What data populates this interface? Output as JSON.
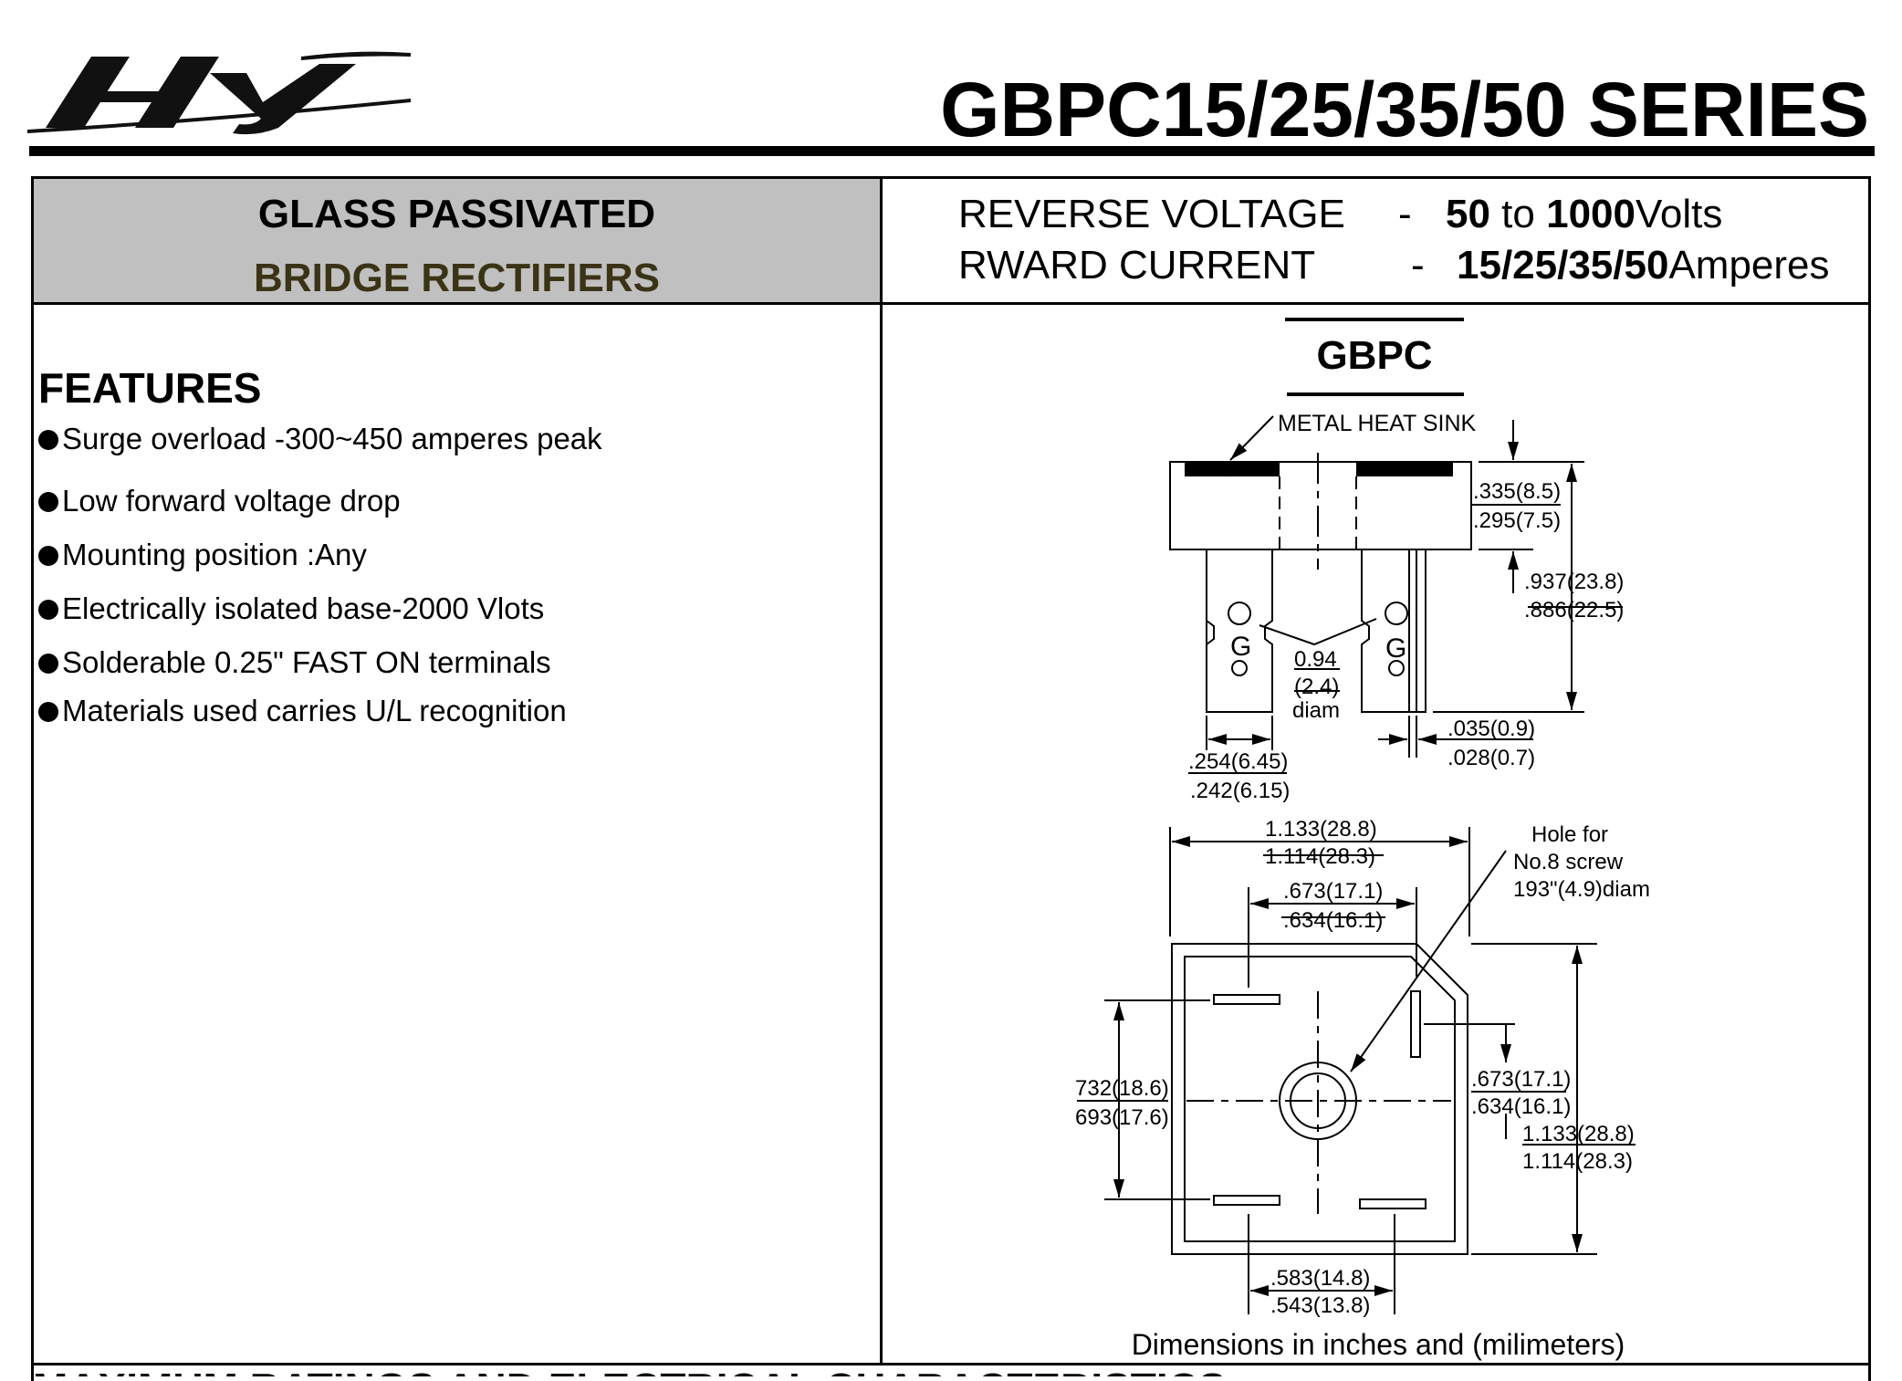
{
  "header": {
    "logo_text": "HY",
    "series_title": "GBPC15/25/35/50 SERIES"
  },
  "device_type": {
    "line1": "GLASS PASSIVATED",
    "line2": "BRIDGE RECTIFIERS"
  },
  "specs": {
    "voltage_label": "REVERSE VOLTAGE",
    "voltage_dash": "-",
    "voltage_min": "50",
    "voltage_to": " to ",
    "voltage_max": "1000",
    "voltage_unit": "Volts",
    "current_label": "RWARD CURRENT",
    "current_dash": "-",
    "current_values": "15/25/35/50",
    "current_unit": "Amperes"
  },
  "features": {
    "heading": "FEATURES",
    "items": [
      "Surge overload -300~450 amperes peak",
      "Low forward voltage drop",
      "Mounting position :Any",
      "Electrically isolated base-2000 Vlots",
      "Solderable 0.25\" FAST ON terminals",
      "Materials used carries U/L recognition"
    ]
  },
  "drawing": {
    "package_name": "GBPC",
    "heat_sink_label": "METAL HEAT SINK",
    "gate_label": "G",
    "dims": {
      "height_top": ".335(8.5)",
      "height_bottom": ".295(7.5)",
      "length_top": ".937(23.8)",
      "length_bottom": ".886(22.5)",
      "hole_top": "0.94",
      "hole_mid": "(2.4)",
      "hole_bottom": "diam",
      "thick_top": ".035(0.9)",
      "thick_bottom": ".028(0.7)",
      "tab_top": ".254(6.45)",
      "tab_bottom": ".242(6.15)",
      "width_top": "1.133(28.8)",
      "width_bottom": "1.114(28.3)",
      "pin_span_top": ".673(17.1)",
      "pin_span_bottom": ".634(16.1)",
      "screw_line1": "Hole for",
      "screw_line2": "No.8 screw",
      "screw_line3": "193\"(4.9)diam",
      "left_span_top": "732(18.6)",
      "left_span_bottom": "693(17.6)",
      "right_span_top": ".673(17.1)",
      "right_span_bottom": ".634(16.1)",
      "overall_top": "1.133(28.8)",
      "overall_bottom": "1.114(28.3)",
      "bottom_span_top": ".583(14.8)",
      "bottom_span_bottom": ".543(13.8)"
    },
    "caption": "Dimensions in inches and (milimeters)"
  },
  "next_section": {
    "heading": "MAXIMUM RATINGS AND ELECTRICAL CHARACTERISTICS"
  }
}
